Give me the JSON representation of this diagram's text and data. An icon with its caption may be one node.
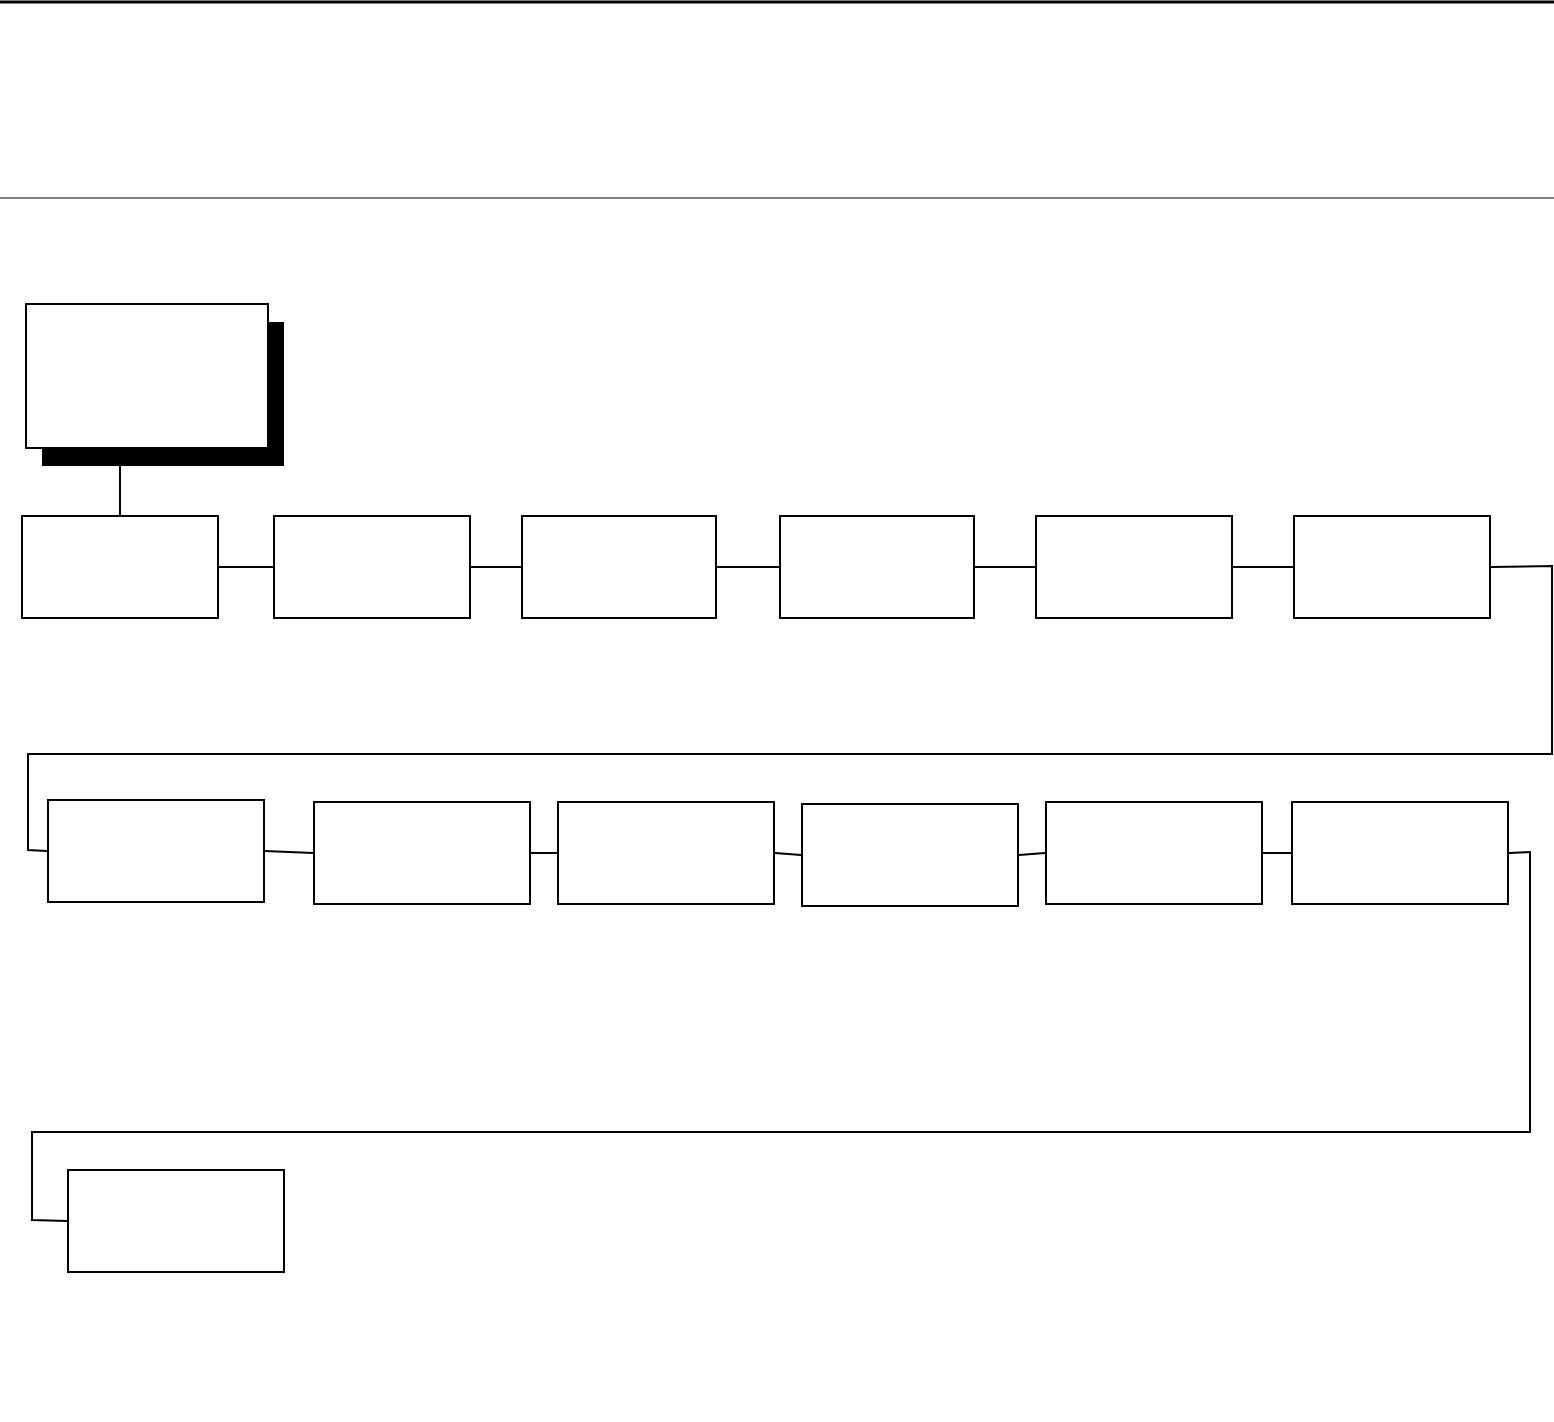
{
  "diagram": {
    "nodes": [
      {
        "text": [],
        "shape": "box"
      },
      {
        "text": [],
        "shape": "box"
      },
      {
        "text": [],
        "shape": "box"
      },
      {
        "text": [],
        "shape": "box"
      },
      {
        "text": [],
        "shape": "box"
      },
      {
        "text": [],
        "shape": "box"
      },
      {
        "text": [],
        "shape": "box"
      },
      {
        "text": [],
        "shape": "box"
      },
      {
        "text": [],
        "shape": "box"
      },
      {
        "text": [],
        "shape": "box"
      },
      {
        "text": [],
        "shape": "box"
      },
      {
        "text": [],
        "shape": "box"
      },
      {
        "text": [],
        "shape": "box"
      },
      {
        "text": [],
        "shape": "box"
      }
    ],
    "edges": [
      {
        "from": 0,
        "to": 1,
        "arrow": "none"
      },
      {
        "from": 1,
        "to": 2,
        "arrow": "none"
      },
      {
        "from": 2,
        "to": 3,
        "arrow": "none"
      },
      {
        "from": 3,
        "to": 4,
        "arrow": "none"
      },
      {
        "from": 4,
        "to": 5,
        "arrow": "none"
      },
      {
        "from": 5,
        "to": 6,
        "arrow": "none"
      },
      {
        "from": 6,
        "to": 7,
        "arrow": "none"
      },
      {
        "from": 7,
        "to": 8,
        "arrow": "none"
      },
      {
        "from": 8,
        "to": 9,
        "arrow": "none"
      },
      {
        "from": 9,
        "to": 10,
        "arrow": "none"
      },
      {
        "from": 10,
        "to": 11,
        "arrow": "none"
      },
      {
        "from": 11,
        "to": 12,
        "arrow": "none"
      },
      {
        "from": 12,
        "to": 13,
        "arrow": "none"
      }
    ]
  }
}
